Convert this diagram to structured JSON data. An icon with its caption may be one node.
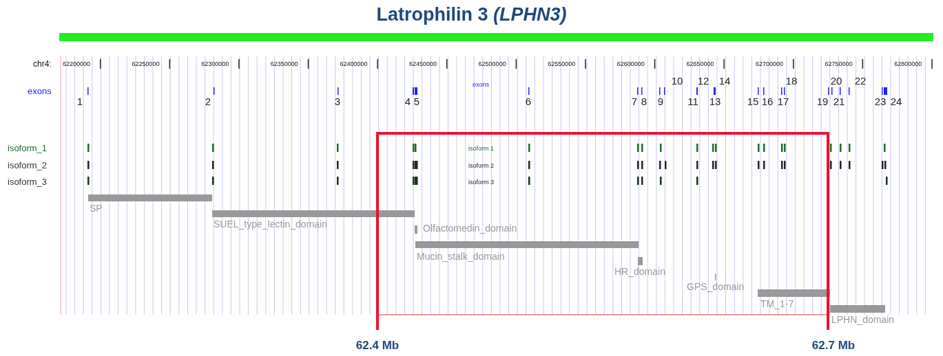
{
  "diagram": {
    "title": "Latrophilin 3 *(LPHN3)*",
    "labels": [
      "chr4:",
      "62200000",
      "62250000",
      "62300000",
      "62350000",
      "62400000",
      "62450000",
      "62500000",
      "62550000",
      "62600000",
      "62650000",
      "62700000",
      "62750000",
      "62800000",
      "exons",
      "exons",
      "10",
      "12",
      "14",
      "18",
      "20",
      "22",
      "1",
      "2",
      "3",
      "4",
      "5",
      "6",
      "7",
      "8",
      "9",
      "11",
      "13",
      "15",
      "16",
      "17",
      "19",
      "21",
      "23",
      "24",
      "isoform_1",
      "isoform 1",
      "isoform_2",
      "isoform 2",
      "isoform_3",
      "isoform 3",
      "SP",
      "SUEL_type_lectin_domain",
      "Olfactomedin_domain",
      "Mucin_stalk_domain",
      "HR_domain",
      "GPS_domain",
      "TM_1-7",
      "LPHN_domain",
      "62.4 Mb",
      "62.7 Mb"
    ]
  }
}
